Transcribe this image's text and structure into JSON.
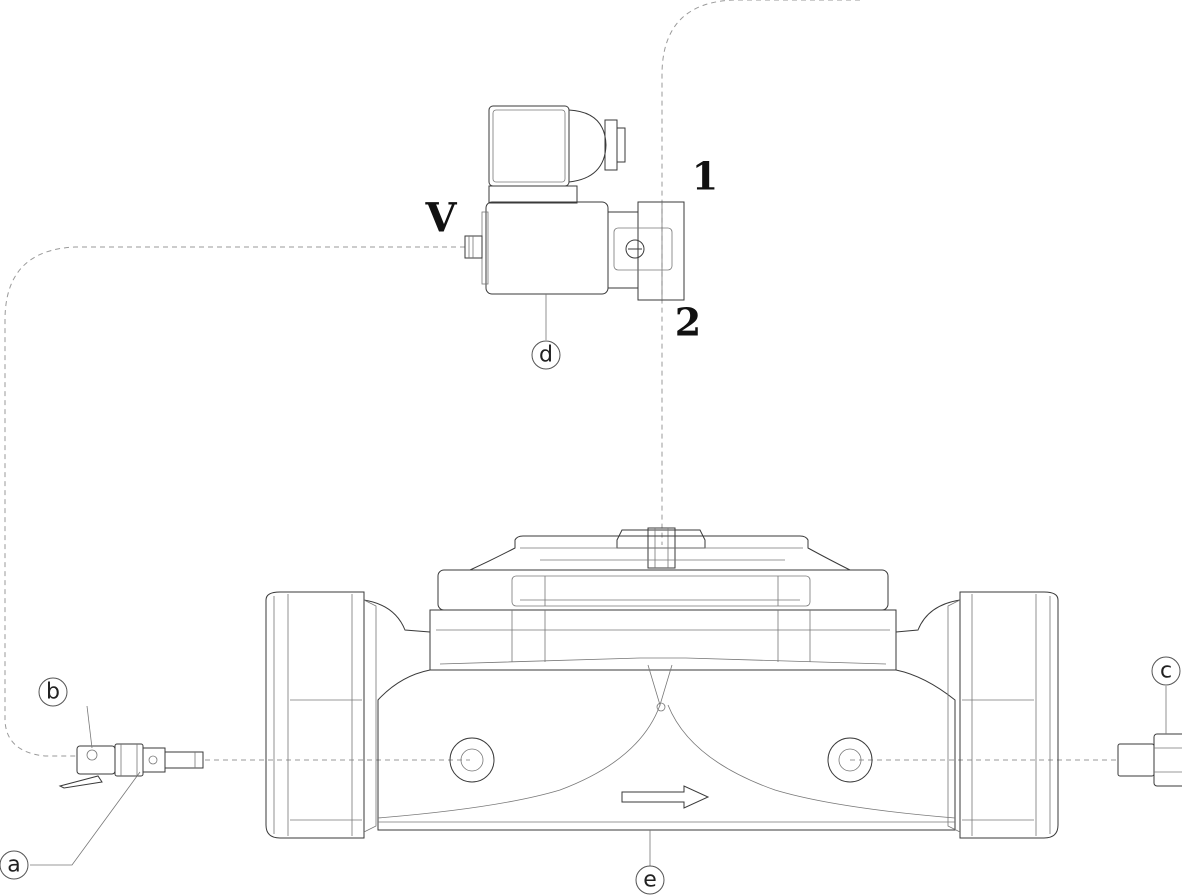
{
  "labels": {
    "a": "a",
    "b": "b",
    "c": "c",
    "d": "d",
    "e": "e"
  },
  "ports": {
    "vent": "V",
    "port1": "1",
    "port2": "2"
  },
  "colors": {
    "line": "#3a3a3a",
    "pilot_line": "#9a9a9a"
  }
}
